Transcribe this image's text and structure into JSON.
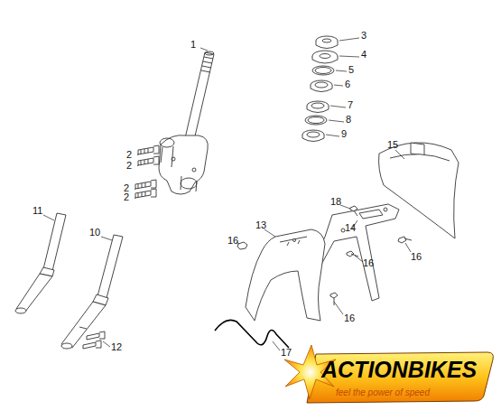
{
  "diagram": {
    "labels": [
      "1",
      "3",
      "4",
      "5",
      "6",
      "7",
      "8",
      "9",
      "2",
      "2",
      "15",
      "2",
      "2",
      "18",
      "11",
      "10",
      "14",
      "13",
      "16",
      "16",
      "16",
      "16",
      "12",
      "17",
      "ACTIONBIKES",
      "feel the power of speed"
    ]
  }
}
